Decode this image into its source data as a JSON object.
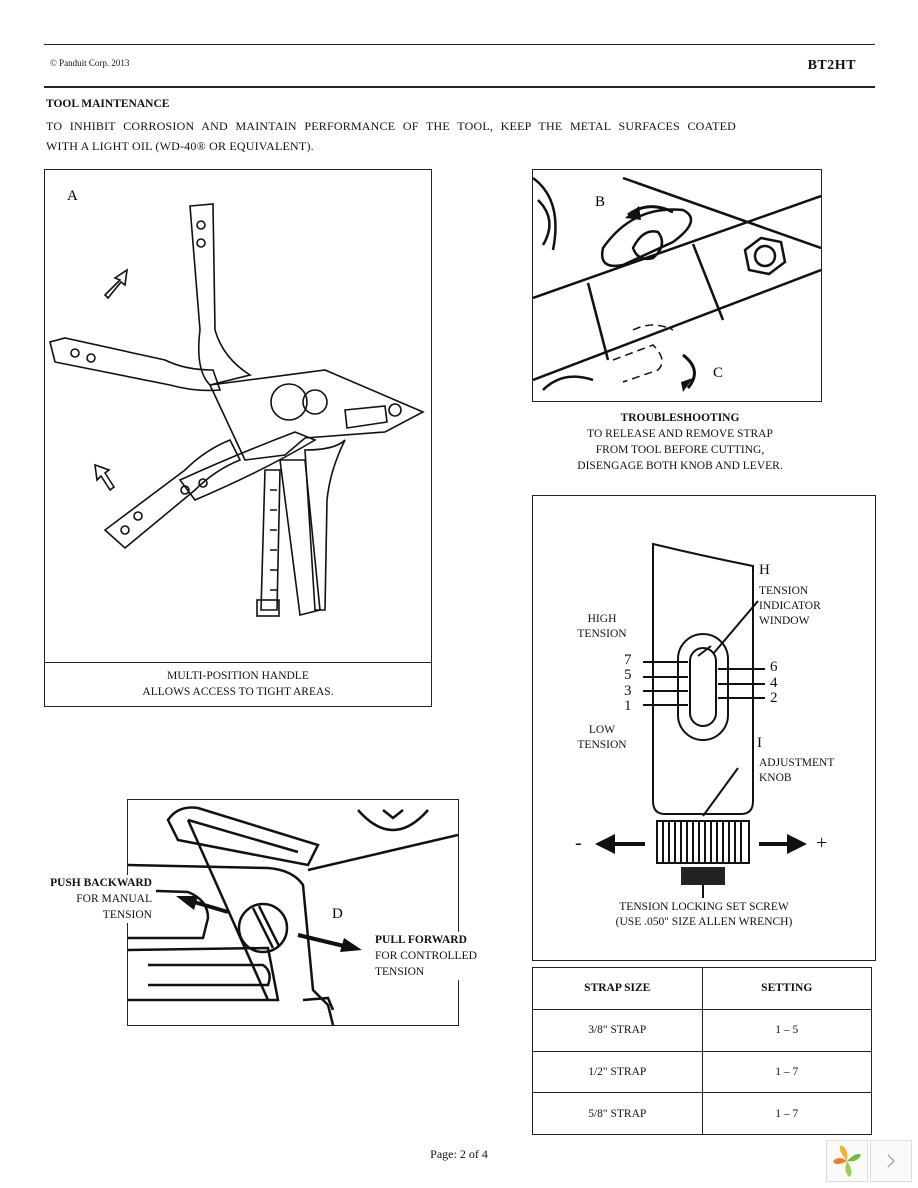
{
  "header": {
    "copyright": "© Panduit Corp. 2013",
    "doc_id": "BT2HT"
  },
  "maintenance": {
    "heading": "TOOL MAINTENANCE",
    "line1": "TO INHIBIT CORROSION AND MAINTAIN PERFORMANCE OF THE TOOL, KEEP THE METAL SURFACES COATED",
    "line2": "WITH A LIGHT OIL (WD-40® OR EQUIVALENT)."
  },
  "figure_a": {
    "label": "A",
    "caption_line1": "MULTI-POSITION HANDLE",
    "caption_line2": "ALLOWS ACCESS TO TIGHT AREAS."
  },
  "figure_bc": {
    "label_b": "B",
    "label_c": "C",
    "caption_title": "TROUBLESHOOTING",
    "caption_line1": "TO RELEASE AND REMOVE STRAP",
    "caption_line2": "FROM TOOL BEFORE CUTTING,",
    "caption_line3": "DISENGAGE BOTH KNOB AND LEVER."
  },
  "figure_d": {
    "label": "D",
    "push_title": "PUSH BACKWARD",
    "push_line1": "FOR MANUAL",
    "push_line2": "TENSION",
    "pull_title": "PULL FORWARD",
    "pull_line1": "FOR CONTROLLED",
    "pull_line2": "TENSION"
  },
  "figure_hi": {
    "label_h": "H",
    "label_i": "I",
    "tension_indicator_1": "TENSION",
    "tension_indicator_2": "INDICATOR",
    "tension_indicator_3": "WINDOW",
    "high_1": "HIGH",
    "high_2": "TENSION",
    "low_1": "LOW",
    "low_2": "TENSION",
    "adjust_1": "ADJUSTMENT",
    "adjust_2": "KNOB",
    "left_numbers": [
      "7",
      "5",
      "3",
      "1"
    ],
    "right_numbers": [
      "6",
      "4",
      "2"
    ],
    "minus": "-",
    "plus": "+",
    "setscrew_1": "TENSION LOCKING SET SCREW",
    "setscrew_2": "(USE .050\" SIZE ALLEN WRENCH)"
  },
  "settings_table": {
    "headers": [
      "STRAP SIZE",
      "SETTING"
    ],
    "rows": [
      [
        "3/8\" STRAP",
        "1 – 5"
      ],
      [
        "1/2\" STRAP",
        "1 – 7"
      ],
      [
        "5/8\" STRAP",
        "1 – 7"
      ]
    ]
  },
  "footer": {
    "page": "Page: 2 of 4"
  }
}
